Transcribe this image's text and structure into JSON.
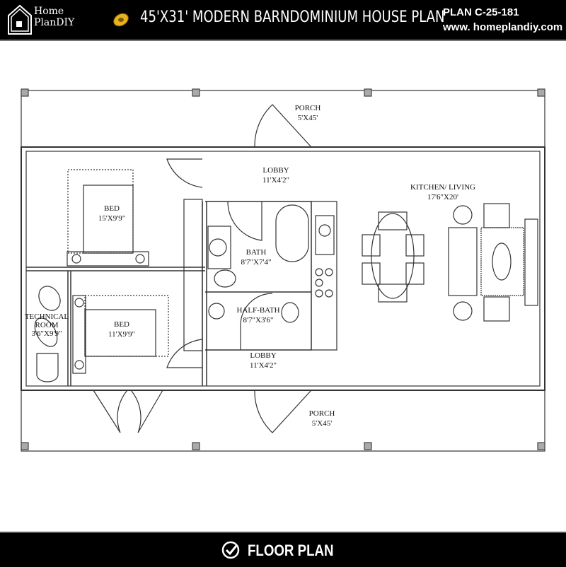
{
  "header": {
    "brand_line1": "Home",
    "brand_line2": "PlanDIY",
    "title": "45'X31' MODERN BARNDOMINIUM HOUSE PLAN",
    "plan_code": "PLAN C-25-181",
    "website": "www. homeplandiy.com"
  },
  "rooms": {
    "porch_top": {
      "name": "PORCH",
      "size": "5'X45'"
    },
    "lobby_top": {
      "name": "LOBBY",
      "size": "11'X4'2\""
    },
    "kitchen_living": {
      "name": "KITCHEN/ LIVING",
      "size": "17'6\"X20'"
    },
    "bed_master": {
      "name": "BED",
      "size": "15'X9'9\""
    },
    "bath": {
      "name": "BATH",
      "size": "8'7\"X7'4\""
    },
    "half_bath": {
      "name": "HALF-BATH",
      "size": "8'7\"X3'6\""
    },
    "technical_room": {
      "name_line1": "TECHNICAL",
      "name_line2": "ROOM",
      "size": "3'6\"X9'9\""
    },
    "bed_second": {
      "name": "BED",
      "size": "11'X9'9\""
    },
    "lobby_bottom": {
      "name": "LOBBY",
      "size": "11'X4'2\""
    },
    "porch_bottom": {
      "name": "PORCH",
      "size": "5'X45'"
    }
  },
  "footer": {
    "label": "FLOOR PLAN",
    "icon": "check-circle-icon"
  },
  "colors": {
    "bar": "#000000",
    "tape": "#e8b31c"
  }
}
